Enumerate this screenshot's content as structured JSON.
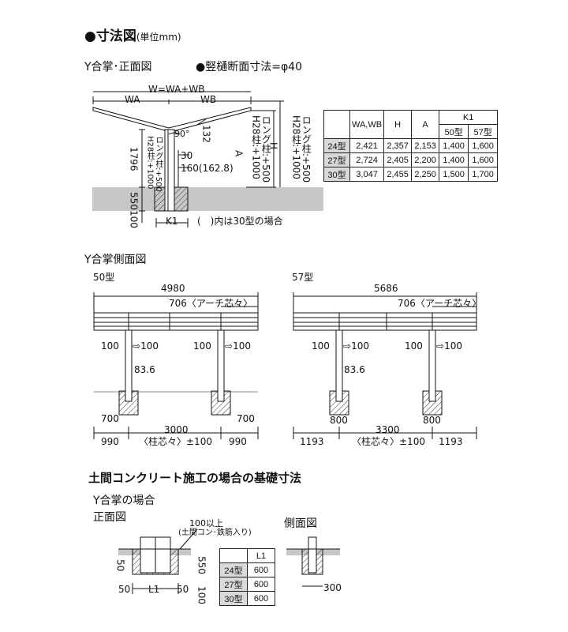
{
  "headings": {
    "title": "●寸法図",
    "title_unit": "(単位mm)",
    "front_view": "Y合掌･正面図",
    "downspout": "●竪樋断面寸法=φ40",
    "side_view": "Y合掌側面図",
    "type50": "50型",
    "type57": "57型",
    "foundation": "土間コンクリート施工の場合の基礎寸法",
    "foundation_case": "Y合掌の場合",
    "foundation_front": "正面図",
    "foundation_side": "側面図"
  },
  "front": {
    "w_eq": "W=WA+WB",
    "wa": "WA",
    "wb": "WB",
    "angle": "90°",
    "d132": "132",
    "h1796": "1796",
    "d30": "30",
    "d160": "160(162.8)",
    "pillar_left": "ロング柱:+500\nH28柱:+1000",
    "pillar_right_a": "ロング柱:+500\nH28柱:+1000",
    "label_a": "A",
    "label_h": "H",
    "d100": "100",
    "d550": "550",
    "k1": "K1",
    "note30": "(　)内は30型の場合"
  },
  "spec_table": {
    "header": [
      "WA,WB",
      "H",
      "A"
    ],
    "k1": "K1",
    "k1_sub": [
      "50型",
      "57型"
    ],
    "rows": [
      [
        "24型",
        "2,421",
        "2,357",
        "2,153",
        "1,400",
        "1,600"
      ],
      [
        "27型",
        "2,724",
        "2,405",
        "2,200",
        "1,400",
        "1,600"
      ],
      [
        "30型",
        "3,047",
        "2,455",
        "2,250",
        "1,500",
        "1,700"
      ]
    ]
  },
  "side50": {
    "total": "4980",
    "arch": "706〈アーチ芯々〉",
    "p1": "100",
    "p1b": "100",
    "p2": "100",
    "p2b": "100",
    "d836": "83.6",
    "f700a": "700",
    "f700b": "700",
    "span": "3000",
    "o1": "990",
    "o2": "990",
    "pitch": "〈柱芯々〉±100"
  },
  "side57": {
    "total": "5686",
    "arch": "706〈アーチ芯々〉",
    "p1": "100",
    "p1b": "100",
    "p2": "100",
    "p2b": "100",
    "d836": "83.6",
    "f800a": "800",
    "f800b": "800",
    "span": "3300",
    "o1": "1193",
    "o2": "1193",
    "pitch": "〈柱芯々〉±100"
  },
  "foundation": {
    "note1": "100以上",
    "note2": "(土間コン･鉄筋入り)",
    "d50": "50",
    "d550": "550",
    "d100": "100",
    "b50l": "50",
    "l1": "L1",
    "b50r": "50",
    "side300": "300",
    "table_header": "L1",
    "table_rows": [
      [
        "24型",
        "600"
      ],
      [
        "27型",
        "600"
      ],
      [
        "30型",
        "600"
      ]
    ]
  }
}
